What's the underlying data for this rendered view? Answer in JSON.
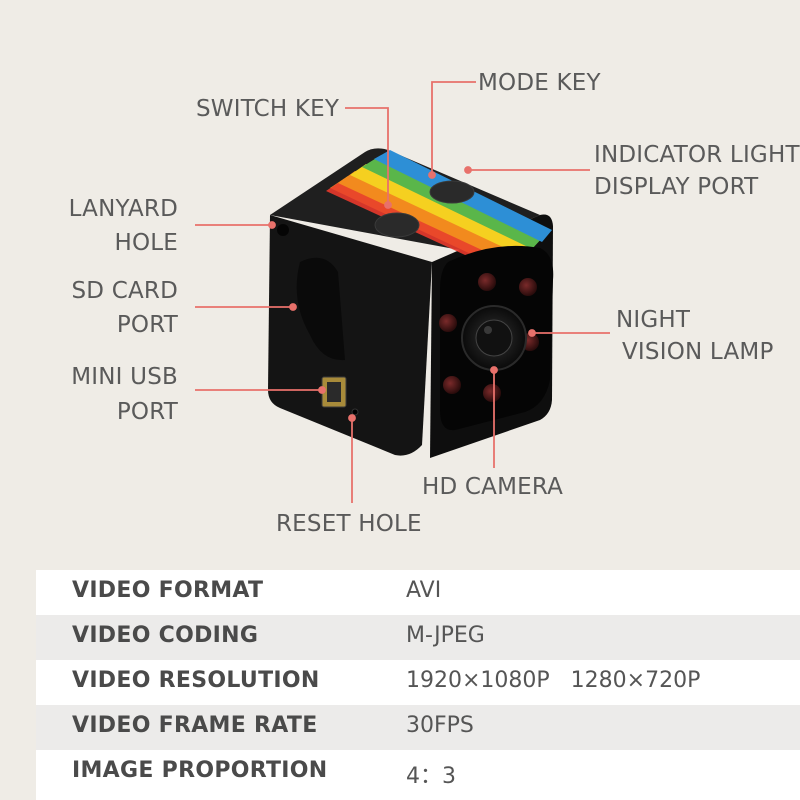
{
  "labels": {
    "switch_key": "SWITCH KEY",
    "mode_key": "MODE KEY",
    "indicator_line1": "INDICATOR LIGHT",
    "indicator_line2": "DISPLAY PORT",
    "lanyard_line1": "LANYARD",
    "lanyard_line2": "HOLE",
    "sd_line1": "SD CARD",
    "sd_line2": "PORT",
    "usb_line1": "MINI USB",
    "usb_line2": "PORT",
    "night_line1": "NIGHT",
    "night_line2": "VISION LAMP",
    "hd_camera": "HD CAMERA",
    "reset_hole": "RESET HOLE"
  },
  "specs": [
    {
      "key": "VIDEO FORMAT",
      "value": "AVI"
    },
    {
      "key": "VIDEO CODING",
      "value": "M-JPEG"
    },
    {
      "key": "VIDEO RESOLUTION",
      "value": "1920×1080P   1280×720P"
    },
    {
      "key": "VIDEO FRAME RATE",
      "value": "30FPS"
    },
    {
      "key": "IMAGE PROPORTION",
      "value": "4：3"
    }
  ],
  "colors": {
    "background": "#efece6",
    "leader_line": "#e8716b",
    "label_text": "#5a5a5a",
    "table_alt_row": "#ecebea"
  }
}
